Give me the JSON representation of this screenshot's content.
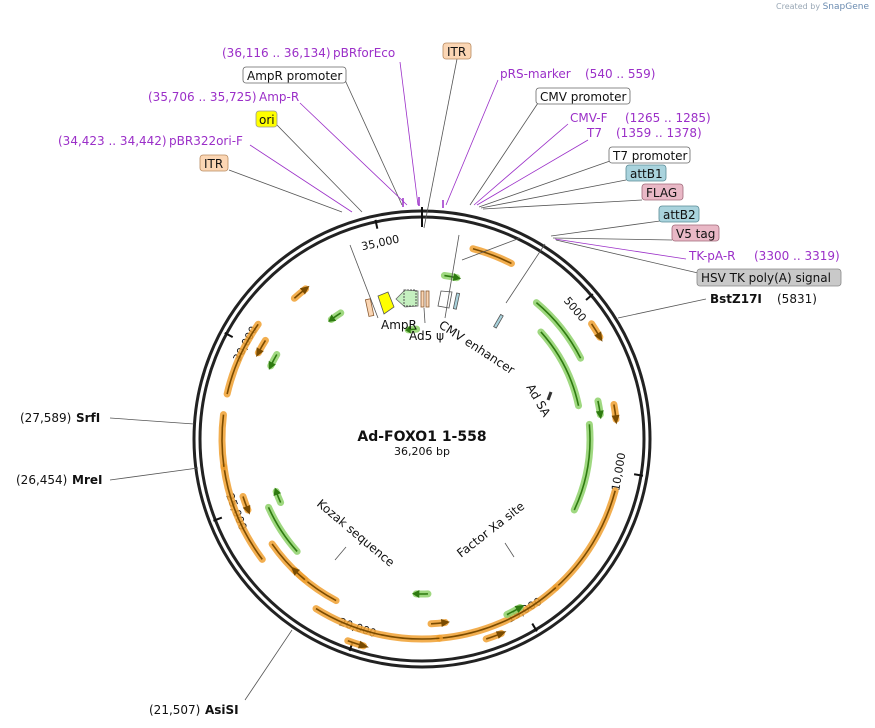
{
  "credit": {
    "prefix": "Created by",
    "brand": "SnapGene"
  },
  "plasmid": {
    "name": "Ad-FOXO1 1-558",
    "length": "36,206 bp"
  },
  "ticks": [
    "5000",
    "10,000",
    "15,000",
    "20,000",
    "25,000",
    "30,000",
    "35,000"
  ],
  "primers": {
    "pbrforeco": {
      "name": "pBRforEco",
      "range": "(36,116 .. 36,134)"
    },
    "prs": {
      "name": "pRS-marker",
      "range": "(540 .. 559)"
    },
    "ampr_primer": {
      "name": "Amp-R",
      "range": "(35,706 .. 35,725)"
    },
    "cmvf": {
      "name": "CMV-F",
      "range": "(1265 .. 1285)"
    },
    "t7": {
      "name": "T7",
      "range": "(1359 .. 1378)"
    },
    "pbr322": {
      "name": "pBR322ori-F",
      "range": "(34,423 .. 34,442)"
    },
    "tkpa": {
      "name": "TK-pA-R",
      "range": "(3300 .. 3319)"
    }
  },
  "boxes": {
    "itr_top": "ITR",
    "ampr_promoter": "AmpR promoter",
    "cmv_promoter": "CMV promoter",
    "ori": "ori",
    "t7_promoter": "T7 promoter",
    "itr_left": "ITR",
    "attb1": "attB1",
    "flag": "FLAG",
    "attb2": "attB2",
    "v5": "V5 tag",
    "hsv": "HSV TK poly(A) signal"
  },
  "sites": {
    "bstz17i": {
      "name": "BstZ17I",
      "pos": "(5831)"
    },
    "srfi": {
      "name": "SrfI",
      "pos": "(27,589)"
    },
    "mrei": {
      "name": "MreI",
      "pos": "(26,454)"
    },
    "asisi": {
      "name": "AsiSI",
      "pos": "(21,507)"
    }
  },
  "features_inner": {
    "ampr": "AmpR",
    "ad5": "Ad5 ψ",
    "cmv_enh": "CMV enhancer",
    "ad_sa": "Ad SA",
    "kozak": "Kozak sequence",
    "factor_xa": "Factor Xa site"
  },
  "colors": {
    "orf_orange": "#f0a030",
    "orf_green": "#8ed16a",
    "arrow_orange": "#7a4b00",
    "arrow_green": "#2e7a10",
    "primer_purple": "#9b2fc8",
    "ori_yellow": "#ffff00",
    "itr_peach": "#fbd6b4",
    "attb_blue": "#a9d3dd",
    "flag_pink": "#e9b8c6",
    "hsv_gray": "#c9c9c9",
    "ampr_green": "#c5f0c0"
  }
}
